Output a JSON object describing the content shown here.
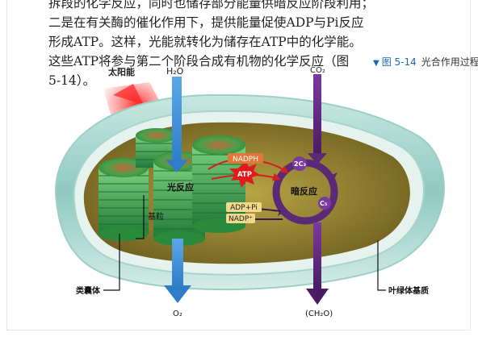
{
  "body_text": {
    "line1": "拆段的化学反应，同时也储存部分能量供暗反应阶段利用；",
    "line2": "二是在有关酶的催化作用下，提供能量促使ADP与Pi反应",
    "line3": "形成ATP。这样，光能就转化为储存在ATP中的化学能。",
    "line4": "这些ATP将参与第二个阶段合成有机物的化学反应（图",
    "line5": "5-14）。"
  },
  "figure": {
    "number": "图 5-14",
    "title": "光合作用过程"
  },
  "labels": {
    "sunlight": "太阳能",
    "water": "H₂O",
    "co2": "CO₂",
    "nadph": "NADPH",
    "atp": "ATP",
    "light_reaction": "光反应",
    "adp_pi": "ADP+Pi",
    "nadp": "NADP⁺",
    "dark_reaction": "暗反应",
    "grana": "基粒",
    "thylakoid": "类囊体",
    "oxygen": "O₂",
    "sugar": "(CH₂O)",
    "stroma": "叶绿体基质",
    "c5": "C₅",
    "c3": "2C₃"
  },
  "colors": {
    "blue_arrow": "#3a86d4",
    "purple_arrow": "#5a2a78",
    "sunlight": "#e8202a",
    "grana": "#2e9a48",
    "stroma": "#8a7a2a",
    "caption": "#1e66b2"
  }
}
